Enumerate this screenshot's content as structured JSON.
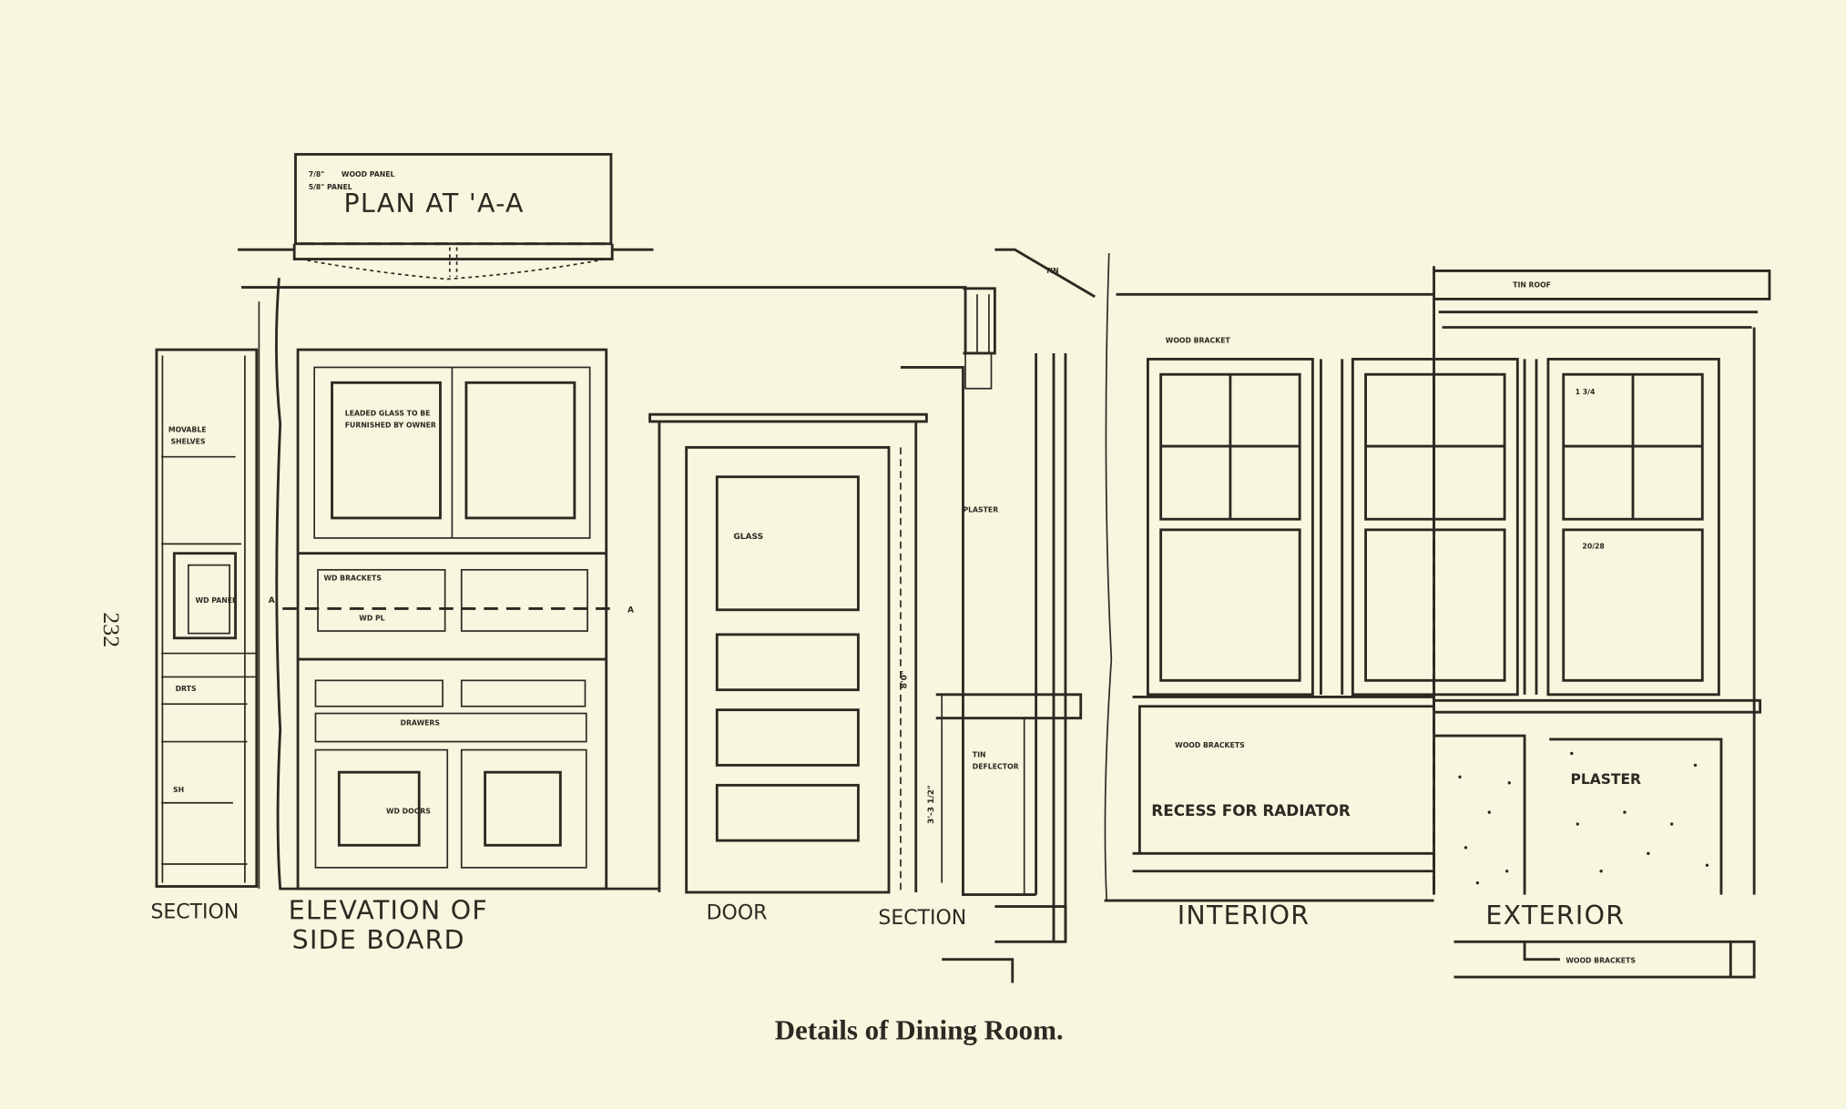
{
  "page_number": "232",
  "caption": "Details of Dining Room.",
  "titles": {
    "plan": "PLAN AT 'A-A",
    "section_left": "SECTION",
    "elevation_1": "ELEVATION OF",
    "elevation_2": "SIDE BOARD",
    "door": "DOOR",
    "section_right": "SECTION",
    "interior": "INTERIOR",
    "exterior": "EXTERIOR"
  },
  "notes": {
    "wood_panel": "WOOD PANEL",
    "plan_dim": "7/8\"",
    "plan_panel": "5/8\" PANEL",
    "leaded_1": "LEADED GLASS TO BE",
    "leaded_2": "FURNISHED BY OWNER",
    "movable_1": "MOVABLE",
    "movable_2": "SHELVES",
    "wd_brackets": "WD BRACKETS",
    "wd_pl": "WD PL",
    "wd_panel": "WD PANEL",
    "drts": "DRTS",
    "drawers": "DRAWERS",
    "wd_doors": "WD DOORS",
    "sh": "SH",
    "glass": "GLASS",
    "height_door": "8'0\"",
    "height_sill": "3'-3 1/2\"",
    "plaster_sec": "PLASTER",
    "tin": "TIN",
    "tin_deflector_1": "TIN",
    "tin_deflector_2": "DEFLECTOR",
    "wood_bracket": "WOOD BRACKET",
    "wood_brackets_int": "WOOD BRACKETS",
    "recess": "RECESS FOR RADIATOR",
    "tin_roof": "TIN ROOF",
    "sash_1": "1 3/4",
    "sash_2": "20/28",
    "plaster_ext": "PLASTER",
    "wood_brackets_ext": "WOOD BRACKETS",
    "section_mark_left": "A",
    "section_mark_right": "A"
  }
}
